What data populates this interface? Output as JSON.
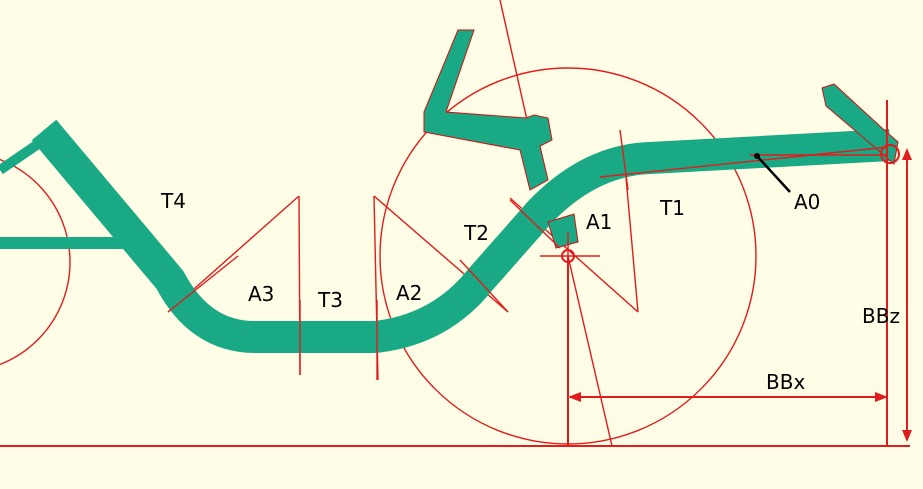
{
  "labels": {
    "a0": "A0",
    "a1": "A1",
    "a2": "A2",
    "a3": "A3",
    "t1": "T1",
    "t2": "T2",
    "t3": "T3",
    "t4": "T4",
    "bbx": "BBx",
    "bbz": "BBz"
  },
  "colors": {
    "background": "#fffde6",
    "frame": "#1aa985",
    "construction_lines": "#e01c1c",
    "label_text": "#000000"
  }
}
